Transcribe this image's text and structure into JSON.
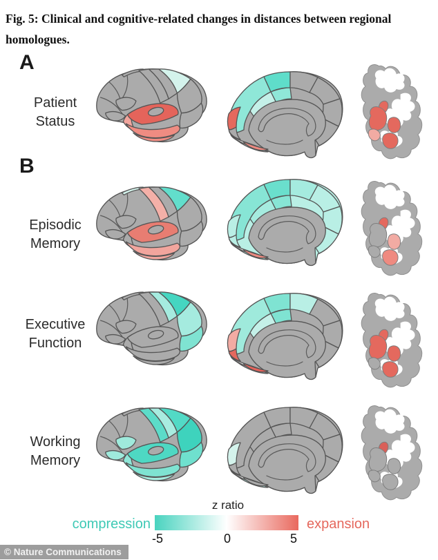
{
  "figure": {
    "title_line1": "Fig. 5: Clinical and cognitive-related changes in distances between regional",
    "title_line2": "homologues.",
    "panel_a": "A",
    "panel_b": "B"
  },
  "rows": [
    {
      "id": "patient-status",
      "label_line1": "Patient",
      "label_line2": "Status",
      "lateral": {
        "base": "#ABABAB",
        "suppar": "#D4F3EC",
        "suptemp": "#E4645B",
        "midtemp": "#EF8C82",
        "inftemp": "#EF8C82",
        "temppole": "#F2A59D"
      },
      "medial": {
        "base": "#ABABAB",
        "blob": "#ABABAB",
        "seg_a": "#8FE7D8",
        "seg_b": "#5FDDCA",
        "parac": "#8FE7D8",
        "cing_a": "#C4F0E8",
        "cun_low": "#E4695E",
        "under": "#EF8A80"
      },
      "coronal": {
        "base": "#ABABAB",
        "c_top": "#E4695E",
        "c_put": "#E4695E",
        "c_amyg": "#F2ABA3",
        "c_thal": "#E4695E",
        "c_hipp": "#E4695E"
      }
    },
    {
      "id": "episodic-memory",
      "label_line1": "Episodic",
      "label_line2": "Memory",
      "lateral": {
        "base": "#ABABAB",
        "topsliver": "#D4F3EC",
        "precentral": "#F4B0A8",
        "suppar": "#62DECC",
        "suptemp": "#E87D72",
        "midtemp": "#F2A59D",
        "inftemp": "#F2A59D"
      },
      "medial": {
        "base": "#B9EFE5",
        "blob": "#ABABAB",
        "seg_a": "#87E5D5",
        "seg_b": "#6ADFCD",
        "seg_c": "#A5EBDF",
        "parac": "#87E5D5",
        "cing_a": "#A5EBDF",
        "under": "#EF8A80"
      },
      "coronal": {
        "base": "#ABABAB",
        "c_top": "#E4695E",
        "c_thal": "#F2ABA3",
        "c_hipp": "#EF8A80"
      }
    },
    {
      "id": "executive-function",
      "label_line1": "Executive",
      "label_line2": "Function",
      "lateral": {
        "base": "#ABABAB",
        "suppar": "#45D6C1",
        "postcentral": "#A5EBDF",
        "infpar": "#A5EBDF",
        "latocc": "#7FE3D2"
      },
      "medial": {
        "base": "#ABABAB",
        "blob": "#ABABAB",
        "seg_a": "#9FEADC",
        "seg_b": "#7FE3D2",
        "seg_c": "#B9EFE5",
        "parac": "#7FE3D2",
        "cing_a": "#C4F0E8",
        "cun_low": "#F2ABA3",
        "occ_tip": "#E4695E",
        "under": "#E8625A"
      },
      "coronal": {
        "base": "#ABABAB",
        "c_top": "#E4695E",
        "c_put": "#E4695E",
        "c_thal": "#E4695E",
        "c_hipp": "#E4695E"
      }
    },
    {
      "id": "working-memory",
      "label_line1": "Working",
      "label_line2": "Memory",
      "lateral": {
        "base": "#ABABAB",
        "precentral": "#5CDCC9",
        "postcentral": "#A8ECE0",
        "suppar": "#52DAC6",
        "infpar": "#3ED3BD",
        "latocc": "#6FE0CE",
        "suptemp": "#4ED8C3",
        "midtemp": "#7FE3D2",
        "inftemp": "#A8ECE0",
        "temppole": "#8FE7D8",
        "parsop": "#9FEADC",
        "orbital": "#9FEADC"
      },
      "medial": {
        "base": "#ABABAB",
        "blob": "#ABABAB",
        "under_crescent": "#B9EFE5",
        "cun_low": "#D4F3EC"
      },
      "coronal": {
        "base": "#ABABAB",
        "c_top": "#D96059"
      }
    }
  ],
  "colorbar": {
    "title": "z ratio",
    "left_label": "compression",
    "right_label": "expansion",
    "ticks": [
      "-5",
      "0",
      "5"
    ],
    "min": -5,
    "max": 5,
    "teal": "#49D3BF",
    "red": "#E9695E",
    "teal_text": "#3EC9B5",
    "red_text": "#E5685D"
  },
  "footer": {
    "credit": "© Nature Communications"
  },
  "colors": {
    "base_gray": "#ABABAB"
  }
}
